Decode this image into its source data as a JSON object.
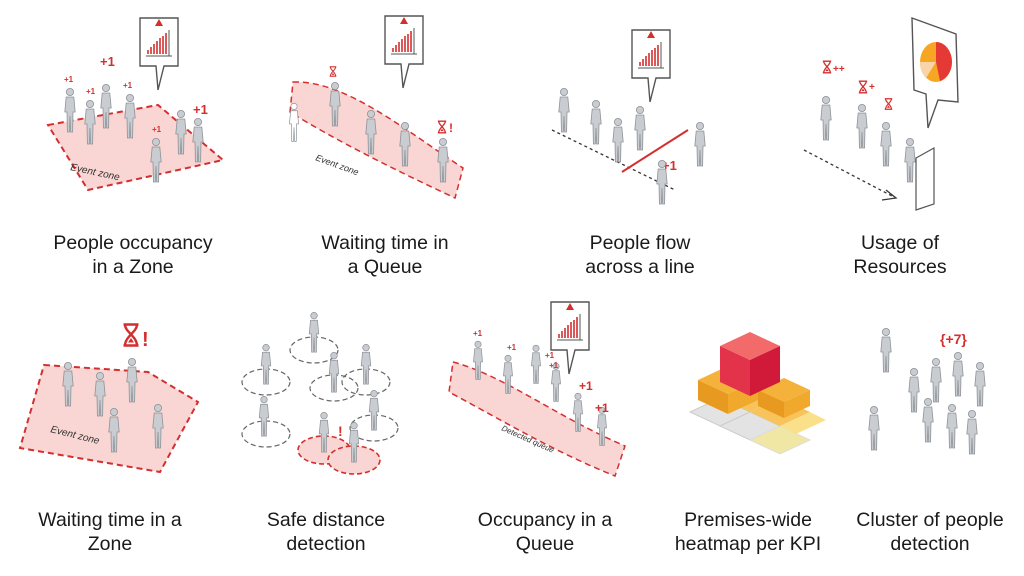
{
  "colors": {
    "accent": "#d32f2f",
    "zone_fill": "#f9d6d3",
    "figure": "#c9ccd0",
    "figure_stroke": "#8e9398"
  },
  "items": [
    {
      "id": "people-occupancy-zone",
      "caption": [
        "People occupancy",
        "in a Zone"
      ],
      "annotations": {
        "zone_label": "Event zone",
        "counts": [
          "+1",
          "+1",
          "+1",
          "+1",
          "+1",
          "+1"
        ]
      }
    },
    {
      "id": "waiting-time-queue",
      "caption": [
        "Waiting time in",
        "a Queue"
      ],
      "annotations": {
        "zone_label": "Event zone"
      }
    },
    {
      "id": "people-flow-line",
      "caption": [
        "People flow",
        "across a line"
      ],
      "annotations": {
        "count": "+1"
      }
    },
    {
      "id": "usage-of-resources",
      "caption": [
        "Usage of",
        "Resources"
      ],
      "annotations": {
        "marks": [
          "++",
          "+"
        ]
      }
    },
    {
      "id": "waiting-time-zone",
      "caption": [
        "Waiting time in a",
        "Zone"
      ],
      "annotations": {
        "zone_label": "Event zone"
      }
    },
    {
      "id": "safe-distance",
      "caption": [
        "Safe distance",
        "detection"
      ],
      "annotations": {}
    },
    {
      "id": "occupancy-queue",
      "caption": [
        "Occupancy in a",
        "Queue"
      ],
      "annotations": {
        "zone_label": "Detected queue",
        "counts": [
          "+1",
          "+1",
          "+1",
          "+1",
          "+1",
          "+1"
        ]
      }
    },
    {
      "id": "premises-heatmap",
      "caption": [
        "Premises-wide",
        "heatmap per KPI"
      ],
      "annotations": {}
    },
    {
      "id": "cluster-detection",
      "caption": [
        "Cluster of people",
        "detection"
      ],
      "annotations": {
        "count": "{+7}"
      }
    }
  ]
}
